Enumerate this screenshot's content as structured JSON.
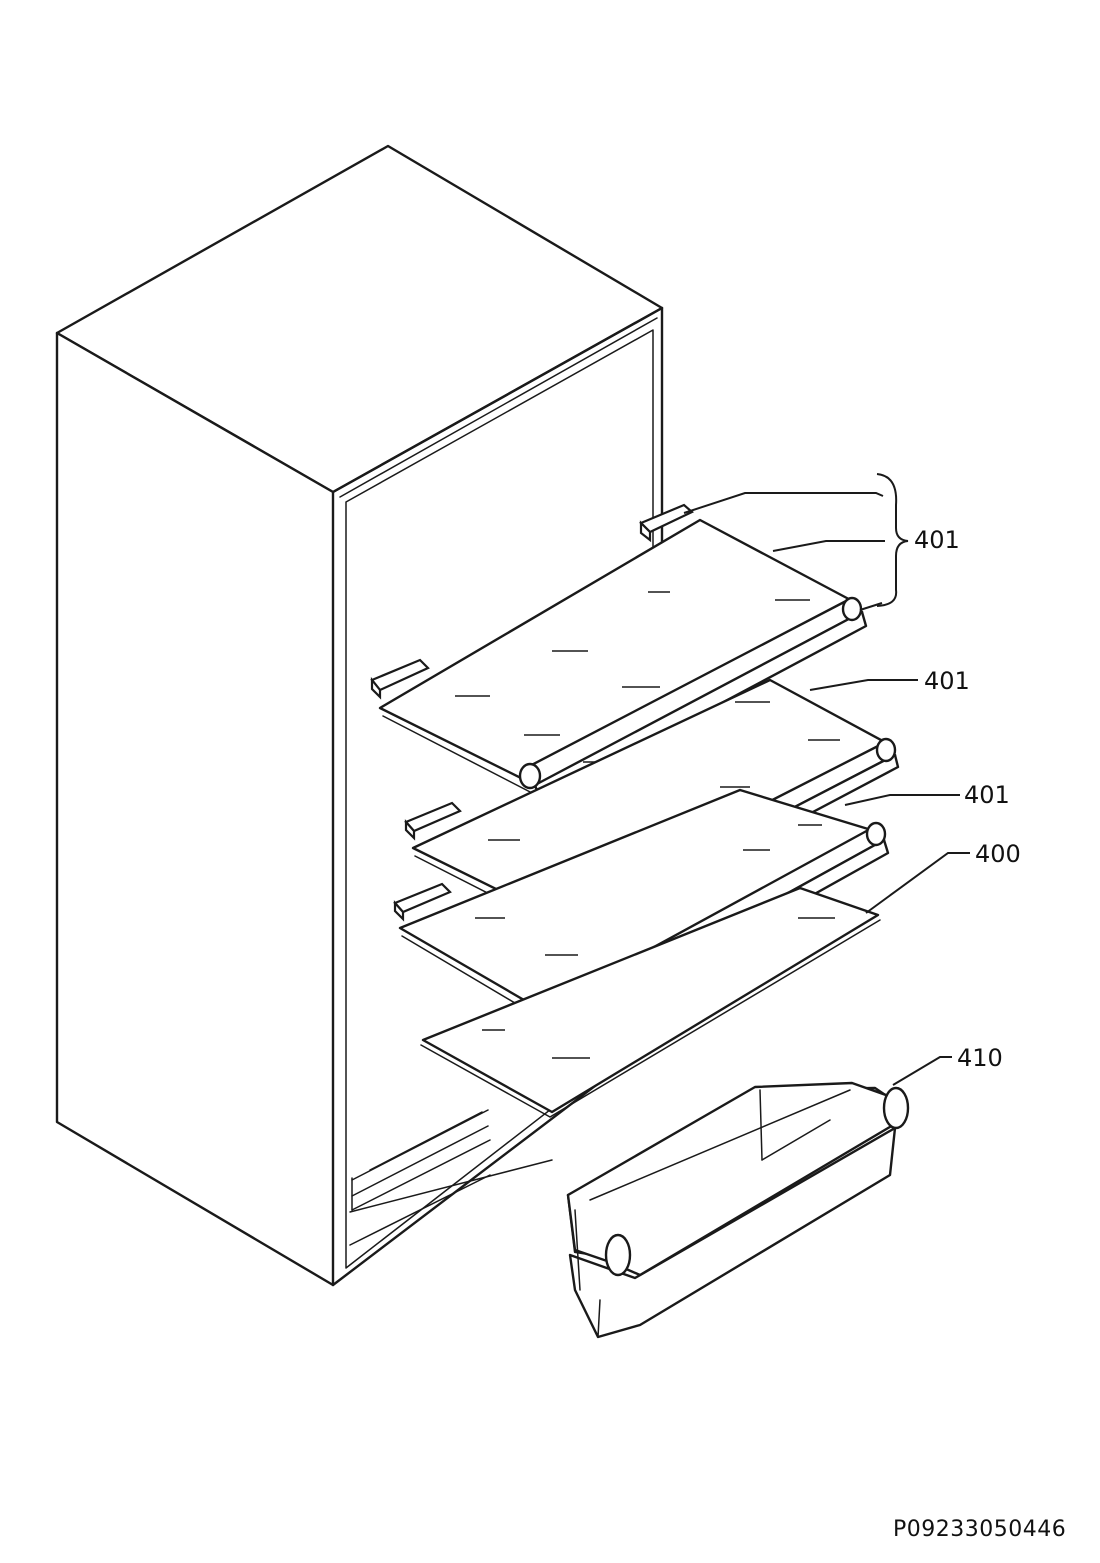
{
  "callouts": {
    "shelf_set_top": "401",
    "shelf_2": "401",
    "shelf_3": "401",
    "glass_plate": "400",
    "crisper_bin": "410"
  },
  "document": {
    "code": "P09233050446"
  }
}
